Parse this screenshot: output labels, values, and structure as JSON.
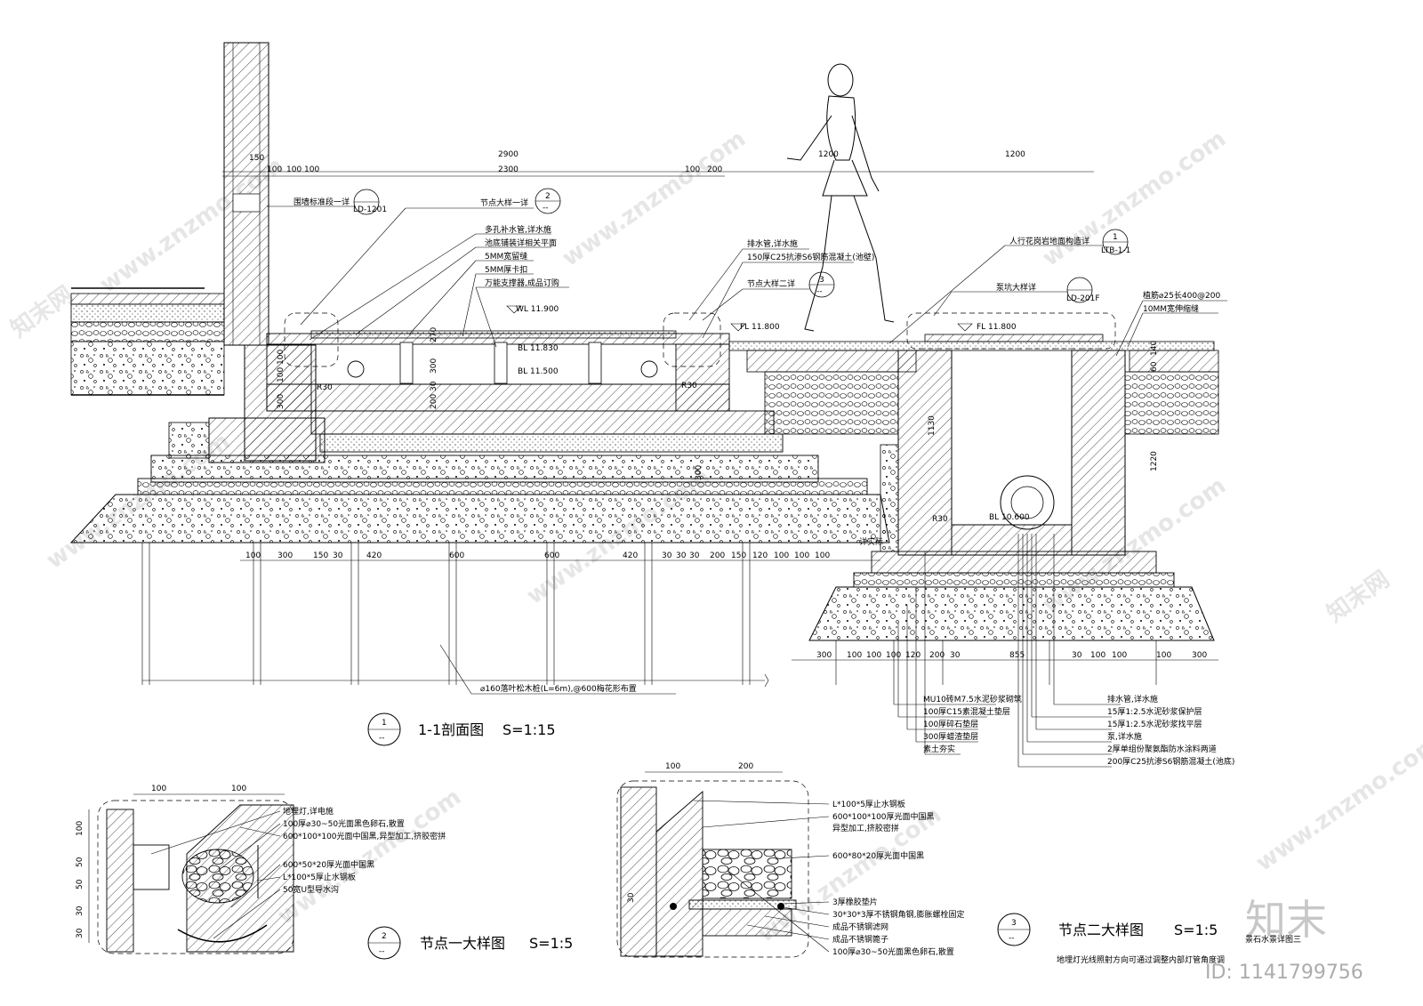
{
  "watermark": {
    "site": "www.znzmo.com",
    "brand": "知末",
    "id_text": "ID: 1141799756",
    "cn": "知末网"
  },
  "section_1": {
    "title": "1-1剖面图",
    "scale": "S=1:15",
    "index_top": "1",
    "index_bottom": "--",
    "top_dims_row1": [
      "2900",
      "1200",
      "1200"
    ],
    "top_dims_row2_a": [
      "150",
      "100",
      "100",
      "100"
    ],
    "top_dims_row2_b": [
      "2300",
      "100",
      "200"
    ],
    "bottom_dims": [
      "100",
      "300",
      "150",
      "30",
      "420",
      "600",
      "600",
      "420",
      "30",
      "30",
      "30",
      "200",
      "150",
      "120",
      "100",
      "100",
      "100"
    ],
    "bottom_dims_right": [
      "300",
      "100",
      "100",
      "100",
      "120",
      "200",
      "30",
      "855",
      "30",
      "100",
      "100",
      "100",
      "300"
    ],
    "vertical_dims": [
      "270",
      "300",
      "200",
      "30",
      "300",
      "100",
      "100",
      "300",
      "1130",
      "1220",
      "140",
      "60"
    ],
    "elevations": [
      "WL 11.900",
      "BL 11.830",
      "BL 11.500",
      "FL 11.800",
      "FL 11.800",
      "BL 10.600"
    ],
    "radius_labels": [
      "R30",
      "R30",
      "R30"
    ],
    "callouts_left": [
      "围墙标准段一详",
      "节点大样一详",
      "多孔补水管,详水施",
      "池底铺装详相关平面",
      "5MM宽留缝",
      "5MM厚卡扣",
      "万能支撑器,成品订购",
      "排水管,详水施",
      "150厚C25抗渗S6钢筋混凝土(池壁)",
      "节点大样二详"
    ],
    "callout_refs": [
      "2",
      "--",
      "3",
      "--",
      "LD-1201",
      "1",
      "LTB-1-1",
      "LD-201F"
    ],
    "callouts_right": [
      "人行花岗岩地面构造详",
      "泵坑大样详",
      "植筋⌀25长400@200",
      "10MM宽伸缩缝"
    ],
    "pile_note": "⌀160落叶松木桩(L=6m),@600梅花形布置",
    "detail_note": "详实际",
    "layers_left": [
      "MU10砖M7.5水泥砂浆砌筑",
      "100厚C15素混凝土垫层",
      "100厚碎石垫层",
      "300厚蜡渣垫层",
      "素土夯实"
    ],
    "layers_right": [
      "排水管,详水施",
      "15厚1:2.5水泥砂浆保护层",
      "15厚1:2.5水泥砂浆找平层",
      "泵,详水施",
      "2厚单组份聚氨酯防水涂料两道",
      "200厚C25抗渗S6钢筋混凝土(池底)"
    ]
  },
  "section_2": {
    "title": "节点一大样图",
    "scale": "S=1:5",
    "index_top": "2",
    "index_bottom": "--",
    "dims_top": [
      "100",
      "100"
    ],
    "dims_left": [
      "100",
      "50",
      "50",
      "30",
      "30"
    ],
    "labels": [
      "地埋灯,详电施",
      "100厚⌀30~50光面黑色卵石,散置",
      "600*100*100光面中国黑,异型加工,挤胶密拼",
      "600*50*20厚光面中国黑",
      "L*100*5厚止水钢板",
      "50宽U型导水沟"
    ]
  },
  "section_3": {
    "title": "节点二大样图",
    "scale": "S=1:5",
    "index_top": "3",
    "index_bottom": "--",
    "dims_top": [
      "100",
      "200"
    ],
    "dims_left": [
      "30"
    ],
    "labels": [
      "L*100*5厚止水钢板",
      "600*100*100厚光面中国黑",
      "异型加工,挤胶密拼",
      "600*80*20厚光面中国黑",
      "3厚橡胶垫片",
      "30*30*3厚不锈钢角钢,膨胀螺栓固定",
      "成品不锈钢滤网",
      "成品不锈钢篦子",
      "100厚⌀30~50光面黑色卵石,散置"
    ],
    "footnote": "地埋灯光线照射方向可通过调整内部灯管角度调",
    "sheet_title": "景石水景详图三"
  }
}
